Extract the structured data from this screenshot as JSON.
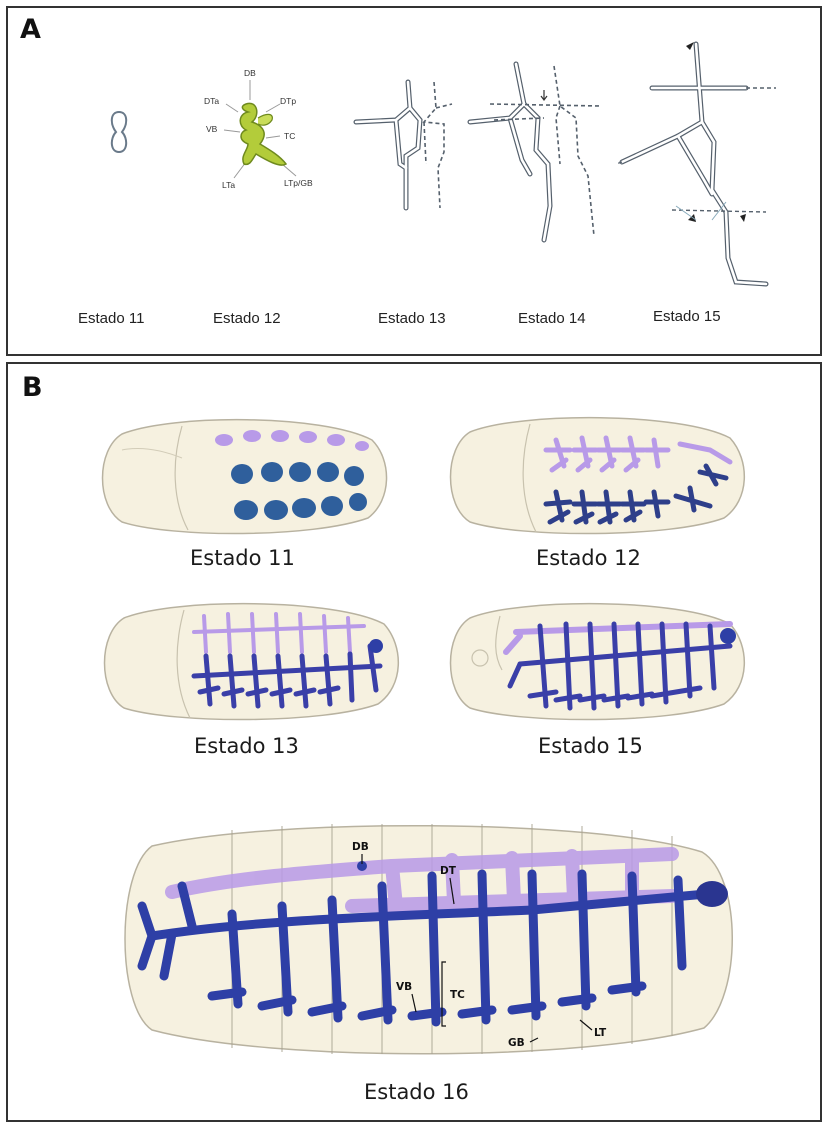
{
  "panel_a": {
    "letter": "A",
    "stages": [
      "Estado 11",
      "Estado 12",
      "Estado 13",
      "Estado 14",
      "Estado 15"
    ],
    "branch_labels": {
      "db": "DB",
      "dta": "DTa",
      "dtp": "DTp",
      "vb": "VB",
      "tc": "TC",
      "lta": "LTa",
      "ltp_gb": "LTp/GB"
    }
  },
  "panel_b": {
    "letter": "B",
    "stages": [
      "Estado 11",
      "Estado 12",
      "Estado 13",
      "Estado 15",
      "Estado 16"
    ],
    "branch_labels": {
      "db": "DB",
      "dt": "DT",
      "vb": "VB",
      "tc": "TC",
      "gb": "GB",
      "lt": "LT"
    }
  },
  "colors": {
    "trachea_dark": "#2e3fa6",
    "trachea_light": "#b89ae8",
    "branch_green": "#b3cc3a",
    "embryo_fill": "#f6f1e0",
    "embryo_outline": "#b8b2a0"
  }
}
